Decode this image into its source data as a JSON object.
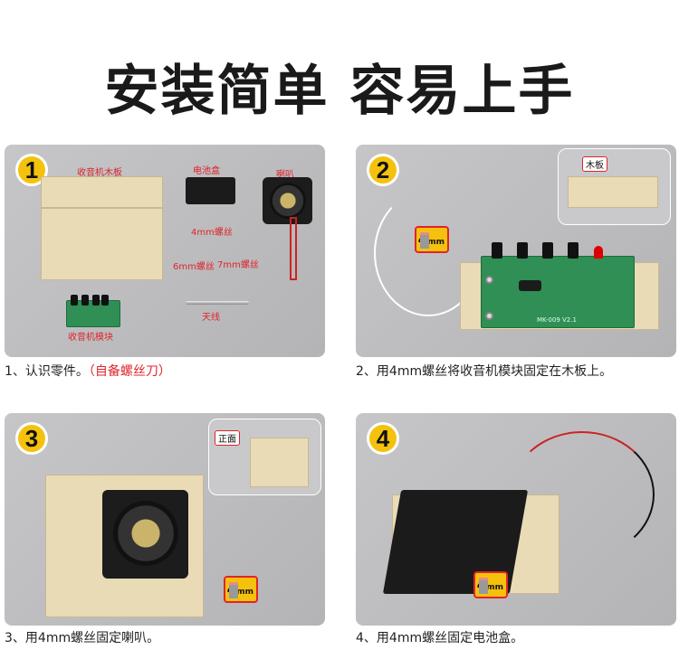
{
  "title": "安装简单 容易上手",
  "steps": [
    {
      "number": "1",
      "caption": "1、认识零件。",
      "caption_note": "（自备螺丝刀）",
      "labels": {
        "wood_board": "收音机木板",
        "battery_box": "电池盒",
        "speaker": "喇叭",
        "screw_4mm": "4mm螺丝",
        "screw_6mm": "6mm螺丝",
        "screw_7mm": "7mm螺丝",
        "antenna": "天线",
        "radio_module": "收音机模块"
      }
    },
    {
      "number": "2",
      "caption": "2、用4mm螺丝将收音机模块固定在木板上。",
      "inset_tag": "木板",
      "screw_size": "4",
      "screw_unit": "mm",
      "pcb_text": "MK-009 V2.1"
    },
    {
      "number": "3",
      "caption": "3、用4mm螺丝固定喇叭。",
      "inset_tag": "正面",
      "screw_size": "4",
      "screw_unit": "mm"
    },
    {
      "number": "4",
      "caption": "4、用4mm螺丝固定电池盒。",
      "screw_size": "4",
      "screw_unit": "mm"
    }
  ],
  "colors": {
    "badge": "#f4c20d",
    "label_red": "#e0242a",
    "panel": "#c0c0c2"
  }
}
